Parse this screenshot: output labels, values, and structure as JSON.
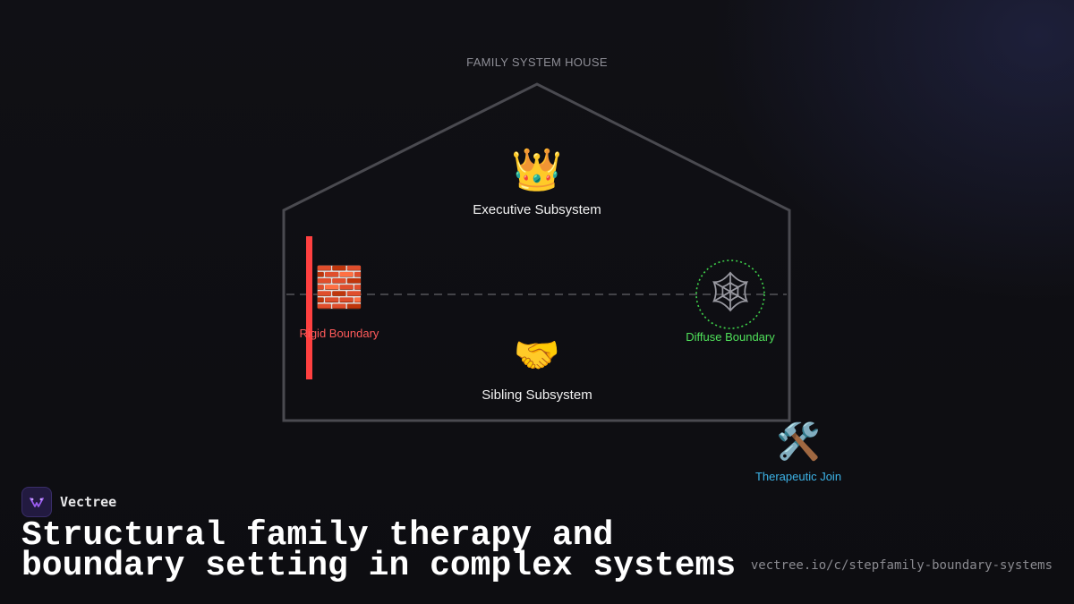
{
  "diagram": {
    "house_title": "FAMILY SYSTEM HOUSE",
    "executive": {
      "icon": "crown-icon",
      "glyph": "👑",
      "label": "Executive Subsystem"
    },
    "sibling": {
      "icon": "handshake-icon",
      "glyph": "🤝",
      "label": "Sibling Subsystem"
    },
    "rigid": {
      "icon": "brick-wall-icon",
      "glyph": "🧱",
      "label": "Rigid Boundary",
      "color": "#ff4040"
    },
    "diffuse": {
      "icon": "spider-web-icon",
      "glyph": "🕸",
      "label": "Diffuse Boundary",
      "color": "#4fe05a"
    },
    "therapeutic": {
      "icon": "hammer-wrench-icon",
      "glyph": "🛠️",
      "label": "Therapeutic Join",
      "color": "#3db4e8"
    }
  },
  "footer": {
    "brand_name": "Vectree",
    "headline": "Structural family therapy and boundary setting in complex systems",
    "url": "vectree.io/c/stepfamily-boundary-systems"
  },
  "colors": {
    "background": "#0f0f13",
    "house_stroke": "#4a4a50",
    "brand_accent": "#9b5cf0"
  }
}
